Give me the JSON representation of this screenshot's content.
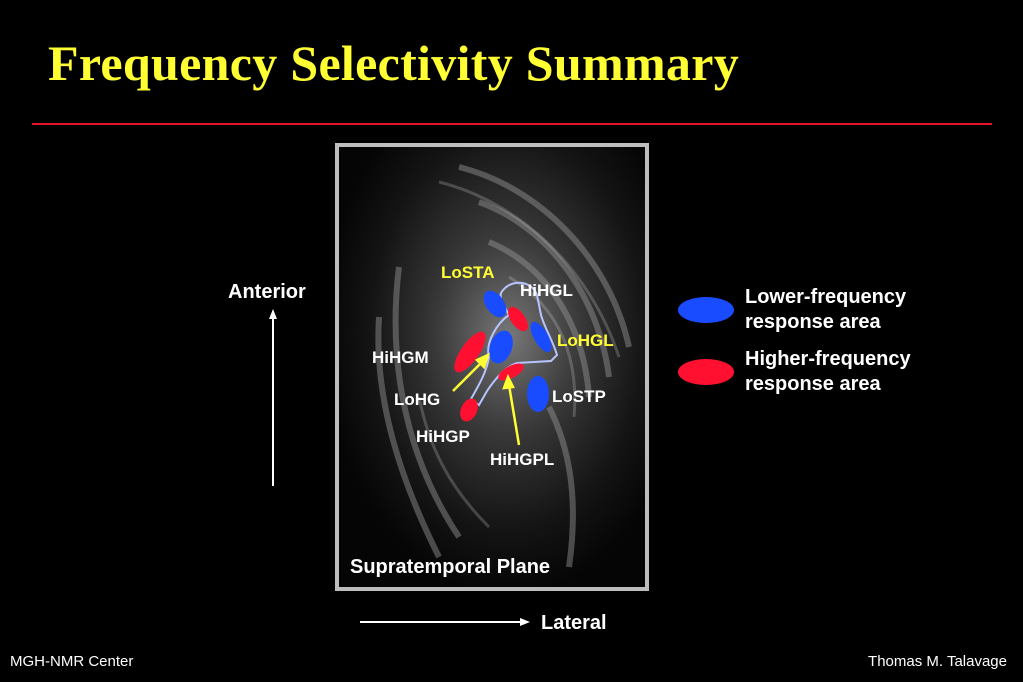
{
  "slide": {
    "title": "Frequency Selectivity Summary",
    "footer_left": "MGH-NMR Center",
    "footer_right": "Thomas M. Talavage"
  },
  "axes": {
    "anterior": "Anterior",
    "lateral": "Lateral"
  },
  "image": {
    "caption": "Supratemporal Plane"
  },
  "regions": {
    "losta": "LoSTA",
    "hihgl": "HiHGL",
    "lohgl": "LoHGL",
    "hihgm": "HiHGM",
    "lostp": "LoSTP",
    "lohg": "LoHG",
    "hihgp": "HiHGP",
    "hihgpl": "HiHGPL"
  },
  "legend": [
    {
      "label": "Lower-frequency response area",
      "color": "#1a4cff"
    },
    {
      "label": "Higher-frequency response area",
      "color": "#ff1030"
    }
  ],
  "colors": {
    "title": "#ffff33",
    "rule": "#e8112d",
    "region_label_yellow": "#ffff33",
    "low_frequency": "#1a4cff",
    "high_frequency": "#ff1030"
  }
}
